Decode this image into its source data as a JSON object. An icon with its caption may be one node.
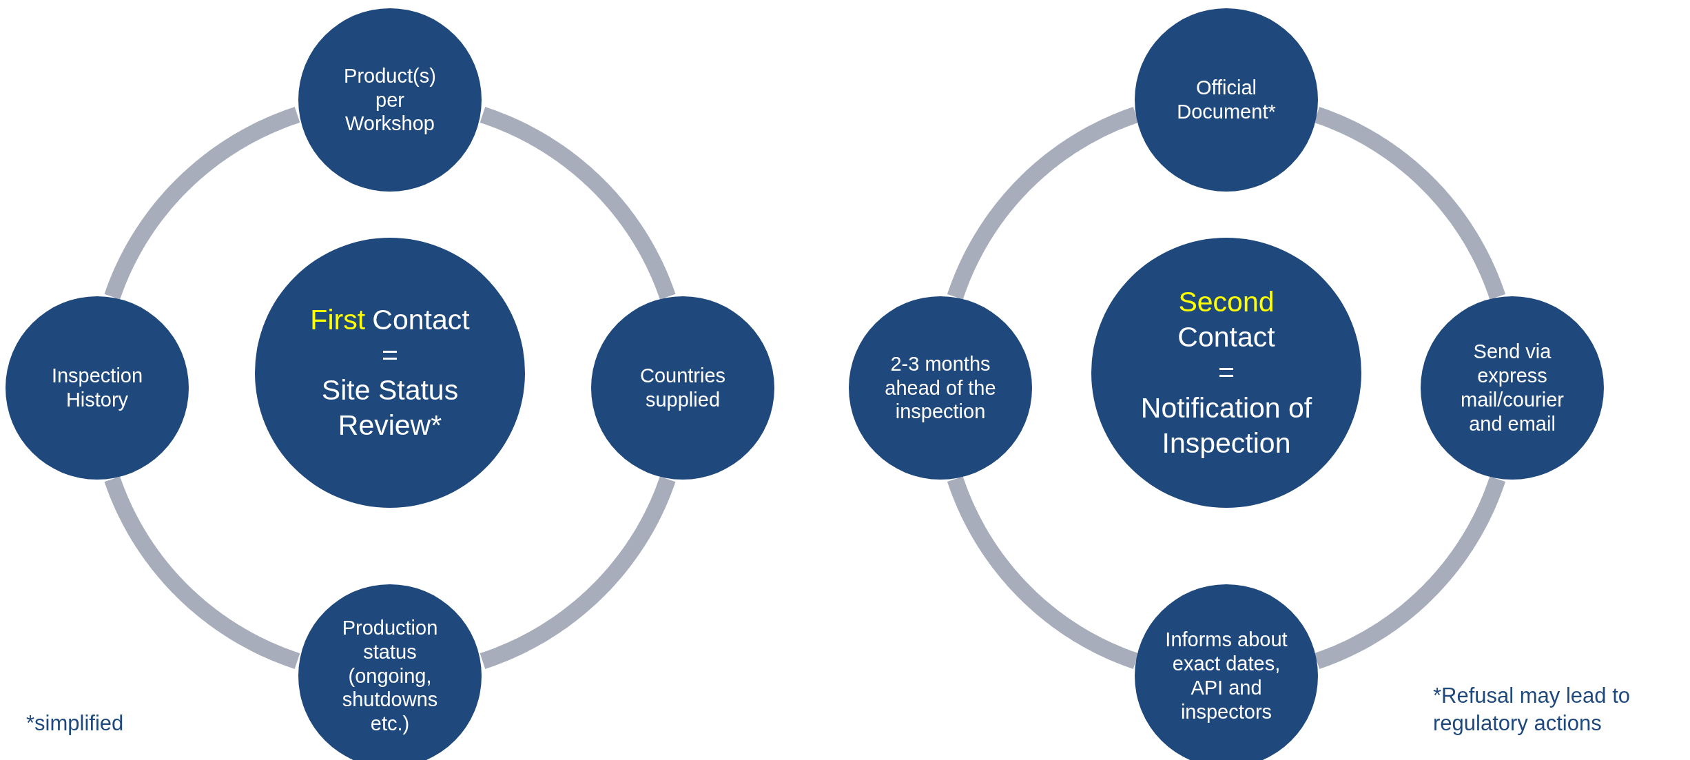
{
  "diagram": {
    "nodes": [
      {
        "text": [
          "Product(s) per Workshop"
        ]
      },
      {
        "text": [
          "Inspection History"
        ]
      },
      {
        "text": [
          "First",
          "Contact",
          "=",
          "Site Status Review*"
        ]
      },
      {
        "text": [
          "Countries supplied"
        ]
      },
      {
        "text": [
          "Production status (ongoing, shutdowns etc.)"
        ]
      },
      {
        "text": [
          "Official Document*"
        ]
      },
      {
        "text": [
          "2-3 months ahead of the inspection"
        ]
      },
      {
        "text": [
          "Second",
          "Contact",
          "=",
          "Notification of Inspection"
        ]
      },
      {
        "text": [
          "Send via express mail/courier and email"
        ]
      },
      {
        "text": [
          "Informs about exact dates, API and inspectors"
        ]
      }
    ],
    "edges": [
      {
        "from": 0,
        "to": 3,
        "arrow": "none"
      },
      {
        "from": 3,
        "to": 4,
        "arrow": "none"
      },
      {
        "from": 4,
        "to": 1,
        "arrow": "none"
      },
      {
        "from": 1,
        "to": 0,
        "arrow": "none"
      },
      {
        "from": 5,
        "to": 8,
        "arrow": "none"
      },
      {
        "from": 8,
        "to": 9,
        "arrow": "none"
      },
      {
        "from": 9,
        "to": 6,
        "arrow": "none"
      },
      {
        "from": 6,
        "to": 5,
        "arrow": "none"
      }
    ],
    "labels": [
      "*simplified",
      "*Refusal may lead to regulatory actions"
    ]
  }
}
